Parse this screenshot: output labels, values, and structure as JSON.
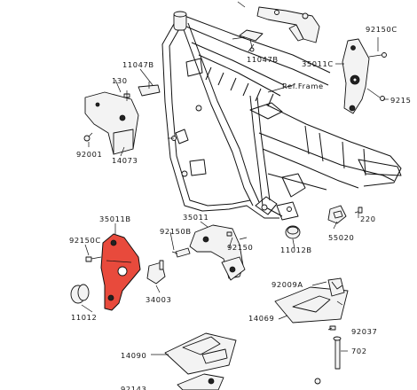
{
  "diagram": {
    "highlight_color": "#e84a3c",
    "line_color": "#111111",
    "labels": {
      "p92150c_top": "92150C",
      "p11047b_a": "11047B",
      "p11047b_b": "11047B",
      "p35011c": "35011C",
      "p92150_right": "9215",
      "p130": "130",
      "ref_frame": "Ref.Frame",
      "p92001": "92001",
      "p14073": "14073",
      "p35011b": "35011B",
      "p35011": "35011",
      "p220": "220",
      "p92150c_left": "92150C",
      "p92150b": "92150B",
      "p92150": "92150",
      "p11012b": "11012B",
      "p55020": "55020",
      "p34003": "34003",
      "p92009a": "92009A",
      "p11012": "11012",
      "p14069": "14069",
      "p92037": "92037",
      "p702": "702",
      "p14090": "14090",
      "p92143": "92143"
    }
  }
}
